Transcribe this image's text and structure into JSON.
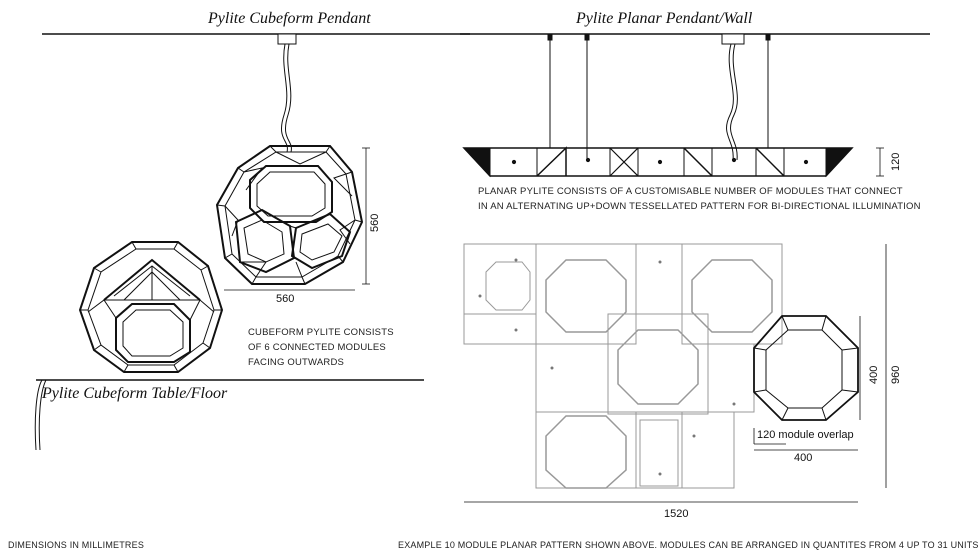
{
  "titles": {
    "cubeform_pendant": "Pylite Cubeform Pendant",
    "planar_pendant_wall": "Pylite Planar Pendant/Wall",
    "cubeform_table_floor": "Pylite Cubeform Table/Floor"
  },
  "notes": {
    "planar_line1": "PLANAR PYLITE CONSISTS OF A CUSTOMISABLE NUMBER OF MODULES THAT CONNECT",
    "planar_line2": "IN AN ALTERNATING UP+DOWN TESSELLATED PATTERN FOR BI-DIRECTIONAL ILLUMINATION",
    "cubeform_line1": "CUBEFORM PYLITE CONSISTS",
    "cubeform_line2": "OF 6 CONNECTED MODULES",
    "cubeform_line3": "FACING OUTWARDS",
    "footer_left": "DIMENSIONS IN MILLIMETRES",
    "footer_right": "EXAMPLE 10 MODULE PLANAR PATTERN SHOWN ABOVE. MODULES CAN BE ARRANGED IN QUANTITES FROM 4 UP TO 31 UNITS"
  },
  "dimensions": {
    "pendant_width": "560",
    "pendant_height": "560",
    "planar_height": "120",
    "planar_depth_400": "400",
    "planar_depth_960": "960",
    "module_overlap": "120 module overlap",
    "module_width": "400",
    "planar_width": "1520"
  },
  "colors": {
    "line": "#111111",
    "pattern": "#999999"
  }
}
